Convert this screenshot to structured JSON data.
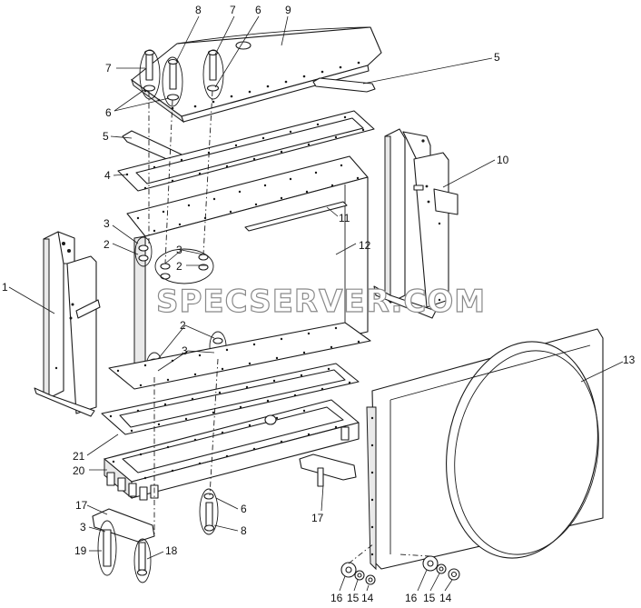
{
  "watermark": "SPECSERVER.COM",
  "callouts": [
    {
      "id": "c-8-top",
      "text": "8"
    },
    {
      "id": "c-7-top",
      "text": "7"
    },
    {
      "id": "c-6-top",
      "text": "6"
    },
    {
      "id": "c-9",
      "text": "9"
    },
    {
      "id": "c-7-left",
      "text": "7"
    },
    {
      "id": "c-5-right",
      "text": "5"
    },
    {
      "id": "c-6-left",
      "text": "6"
    },
    {
      "id": "c-5-left",
      "text": "5"
    },
    {
      "id": "c-10",
      "text": "10"
    },
    {
      "id": "c-4",
      "text": "4"
    },
    {
      "id": "c-11",
      "text": "11"
    },
    {
      "id": "c-3-a",
      "text": "3"
    },
    {
      "id": "c-12",
      "text": "12"
    },
    {
      "id": "c-2-a",
      "text": "2"
    },
    {
      "id": "c-3-b",
      "text": "3"
    },
    {
      "id": "c-2-b",
      "text": "2"
    },
    {
      "id": "c-1",
      "text": "1"
    },
    {
      "id": "c-2-c",
      "text": "2"
    },
    {
      "id": "c-3-c",
      "text": "3"
    },
    {
      "id": "c-13",
      "text": "13"
    },
    {
      "id": "c-21",
      "text": "21"
    },
    {
      "id": "c-20",
      "text": "20"
    },
    {
      "id": "c-17-right",
      "text": "17"
    },
    {
      "id": "c-6-bottom",
      "text": "6"
    },
    {
      "id": "c-17-left",
      "text": "17"
    },
    {
      "id": "c-3-bottom",
      "text": "3"
    },
    {
      "id": "c-8-bottom",
      "text": "8"
    },
    {
      "id": "c-19",
      "text": "19"
    },
    {
      "id": "c-18",
      "text": "18"
    },
    {
      "id": "c-16-a",
      "text": "16"
    },
    {
      "id": "c-15-a",
      "text": "15"
    },
    {
      "id": "c-14-a",
      "text": "14"
    },
    {
      "id": "c-16-b",
      "text": "16"
    },
    {
      "id": "c-15-b",
      "text": "15"
    },
    {
      "id": "c-14-b",
      "text": "14"
    }
  ]
}
